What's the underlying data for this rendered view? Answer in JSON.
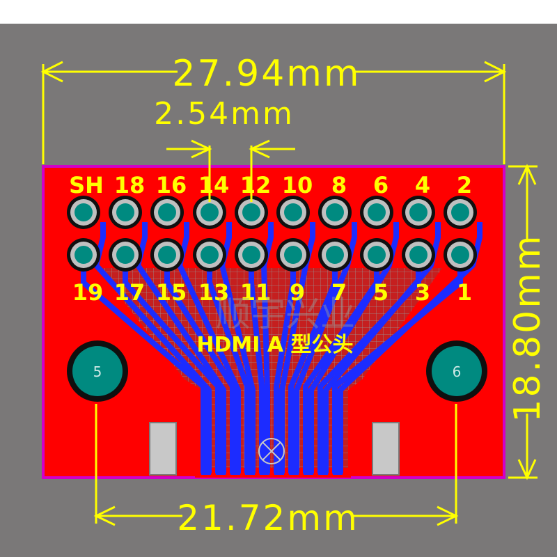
{
  "dimensions": {
    "width_label": "27.94mm",
    "pitch_label": "2.54mm",
    "height_label": "18.80mm",
    "mount_spacing_label": "21.72mm"
  },
  "board": {
    "title": "HDMI A 型公头",
    "watermark": "顺宇兴业"
  },
  "pins": {
    "top_labels": [
      "SH",
      "18",
      "16",
      "14",
      "12",
      "10",
      "8",
      "6",
      "4",
      "2"
    ],
    "bottom_labels": [
      "19",
      "17",
      "15",
      "13",
      "11",
      "9",
      "7",
      "5",
      "3",
      "1"
    ]
  },
  "mounting_holes": {
    "left_label": "5",
    "right_label": "6"
  },
  "colors": {
    "background": "#7a7878",
    "board_fill": "#ff0000",
    "trace_blue": "#1c2cff",
    "outline_magenta": "#d200c8",
    "dimension_yellow": "#ffff00",
    "pad_teal": "#008a80",
    "pad_ring": "#c0c0c0",
    "label_yellow": "#ffff00"
  }
}
